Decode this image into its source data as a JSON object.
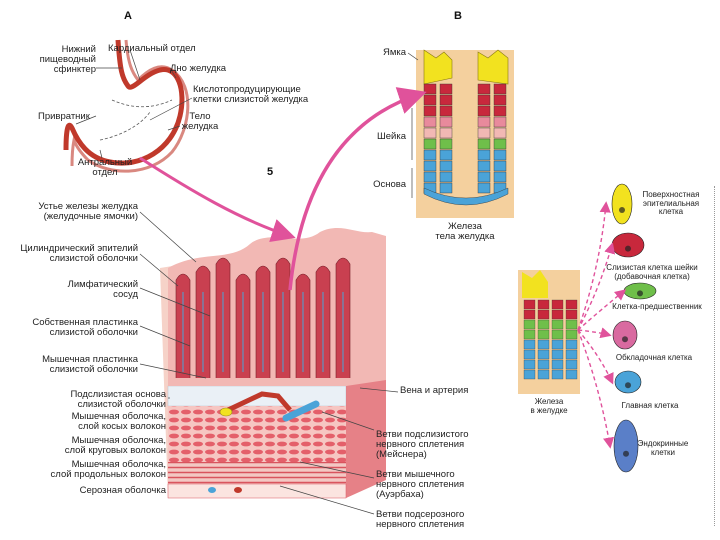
{
  "panel_letters": {
    "a": "A",
    "b": "B",
    "five": "5"
  },
  "stomach": {
    "lower_sphincter": "Нижний\nпищеводный\nсфинктер",
    "cardia": "Кардиальный отдел",
    "fundus": "Дно желудка",
    "mucous_cells": "Кислотопродуцирующие\nклетки слизистой желудка",
    "pylorus": "Привратник",
    "body": "Тело\nжелудка",
    "antrum": "Антральный\nотдел"
  },
  "gland": {
    "pit": "Ямка",
    "neck": "Шейка",
    "base": "Основа",
    "caption": "Железа\nтела желудка"
  },
  "wall": {
    "left": [
      "Устье железы желудка\n(желудочные ямочки)",
      "Цилиндрический эпителий\nслизистой оболочки",
      "Лимфатический\nсосуд",
      "Собственная пластинка\nслизистой оболочки",
      "Мышечная пластинка\nслизистой оболочки",
      "Подслизистая основа\nслизистой оболочки",
      "Мышечная оболочка,\nслой косых волокон",
      "Мышечная оболочка,\nслой круговых волокон",
      "Мышечная оболочка,\nслой продольных волокон",
      "Серозная оболочка"
    ],
    "right": [
      "Вена и артерия",
      "Ветви подслизистого\nнервного сплетения\n(Мейснера)",
      "Ветви мышечного\nнервного сплетения\n(Ауэрбаха)",
      "Ветви подсерозного\nнервного сплетения"
    ]
  },
  "cells": {
    "gland_caption": "Железа\nв желудке",
    "items": [
      "Поверхностная\nэпителиальная\nклетка",
      "Слизистая клетка шейки\n(добавочная клетка)",
      "Клетка-предшественник",
      "Обкладочная клетка",
      "Главная клетка",
      "Эндокринные\nклетки"
    ]
  },
  "colors": {
    "mucosa": "#d9545e",
    "mucosa_light": "#f2b8b4",
    "submucosa": "#eaf0f6",
    "muscle": "#e45f6a",
    "arrow": "#e0529b",
    "gland_bg": "#f4d09e",
    "surface_cell": "#f2e21f",
    "neck_cell": "#c8283c",
    "progenitor": "#6fbf4a",
    "parietal": "#d96aa0",
    "chief": "#4aa3d8",
    "endocrine": "#5a7fc8"
  }
}
